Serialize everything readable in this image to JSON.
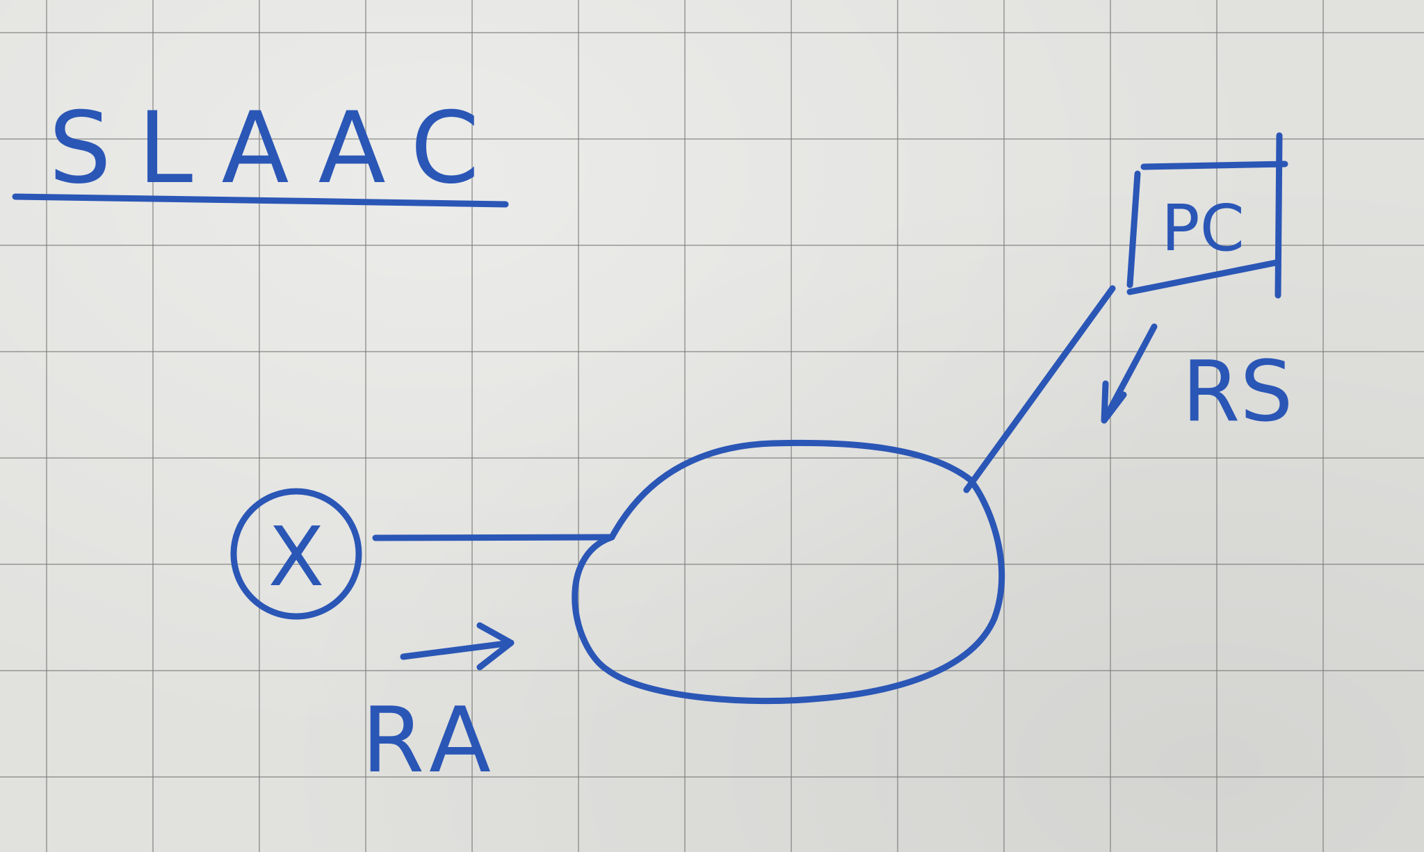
{
  "title": "SLAAC",
  "router": {
    "symbol": "X"
  },
  "pc": {
    "label": "PC"
  },
  "messages": {
    "router_advertisement": "RA",
    "router_solicitation": "RS"
  },
  "colors": {
    "ink": "#2a56b6",
    "paper": "#e1e1de",
    "grid": "#787876"
  }
}
